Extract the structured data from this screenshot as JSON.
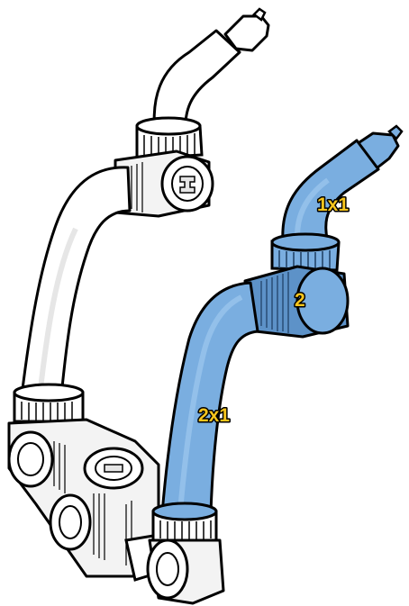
{
  "colors": {
    "highlight_fill": "#7aaee0",
    "highlight_shade": "#5d92c8",
    "part_fill": "#ffffff",
    "part_shade": "#e6e6e6",
    "outline": "#000000",
    "label_text": "#f7c51c",
    "label_outline": "#000000"
  },
  "callouts": {
    "upper_tube": "1x1",
    "connector": "2",
    "lower_tube": "2x1"
  }
}
